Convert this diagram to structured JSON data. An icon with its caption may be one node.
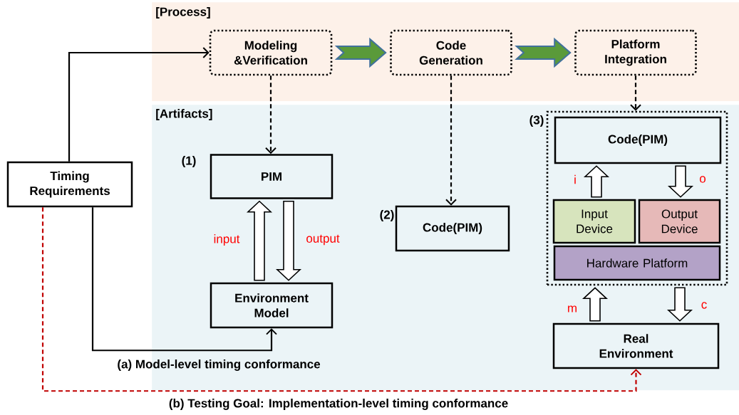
{
  "diagram": {
    "nodes": [
      {
        "text": [
          "[Process]"
        ]
      },
      {
        "text": [
          "Modeling &Verification"
        ],
        "in": 0
      },
      {
        "text": [
          "Code Generation"
        ],
        "in": 0
      },
      {
        "text": [
          "Platform Integration"
        ],
        "in": 0
      },
      {
        "text": [
          "[Artifacts]"
        ]
      },
      {
        "text": [
          "Timing Requirements"
        ]
      },
      {
        "text": [
          "PIM"
        ],
        "in": 4,
        "beside": [
          "(1)"
        ]
      },
      {
        "text": [
          "Environment Model"
        ],
        "in": 4
      },
      {
        "text": [
          "Code(PIM)"
        ],
        "in": 4,
        "beside": [
          "(2)"
        ]
      },
      {
        "text": [],
        "shape": "box",
        "in": 4,
        "beside": [
          "(3)"
        ]
      },
      {
        "text": [
          "Code(PIM)"
        ],
        "in": 9
      },
      {
        "text": [
          "Input Device"
        ],
        "in": 9
      },
      {
        "text": [
          "Output Device"
        ],
        "in": 9
      },
      {
        "text": [
          "Hardware Platform"
        ],
        "in": 9
      },
      {
        "text": [
          "Real Environment"
        ],
        "in": 4
      }
    ],
    "edges": [
      {
        "from": 5,
        "to": 1,
        "arrow": "to"
      },
      {
        "from": 1,
        "to": 2,
        "arrow": "to",
        "style": "thick",
        "color": "#5a9a3a"
      },
      {
        "from": 2,
        "to": 3,
        "arrow": "to",
        "style": "thick",
        "color": "#5a9a3a"
      },
      {
        "from": 1,
        "to": 6,
        "arrow": "to",
        "style": "dashed"
      },
      {
        "from": 2,
        "to": 8,
        "arrow": "to",
        "style": "dashed"
      },
      {
        "from": 3,
        "to": 9,
        "arrow": "to",
        "style": "dashed"
      },
      {
        "from": 7,
        "to": 6,
        "arrow": "to",
        "style": "thick",
        "label": "input"
      },
      {
        "from": 6,
        "to": 7,
        "arrow": "to",
        "style": "thick",
        "label": "output"
      },
      {
        "from": 11,
        "to": 10,
        "arrow": "to",
        "style": "thick",
        "label": "i"
      },
      {
        "from": 10,
        "to": 12,
        "arrow": "to",
        "style": "thick",
        "label": "o"
      },
      {
        "from": 14,
        "to": 9,
        "arrow": "to",
        "style": "thick",
        "label": "m"
      },
      {
        "from": 9,
        "to": 14,
        "arrow": "to",
        "style": "thick",
        "label": "c"
      },
      {
        "from": 5,
        "to": 7,
        "arrow": "to",
        "label": "(a) Model-level timing conformance"
      },
      {
        "from": 5,
        "to": 14,
        "arrow": "to",
        "style": "dashed",
        "color": "#c00000",
        "label": "(b) Testing Goal: Implementation-level timing conformance"
      }
    ]
  }
}
